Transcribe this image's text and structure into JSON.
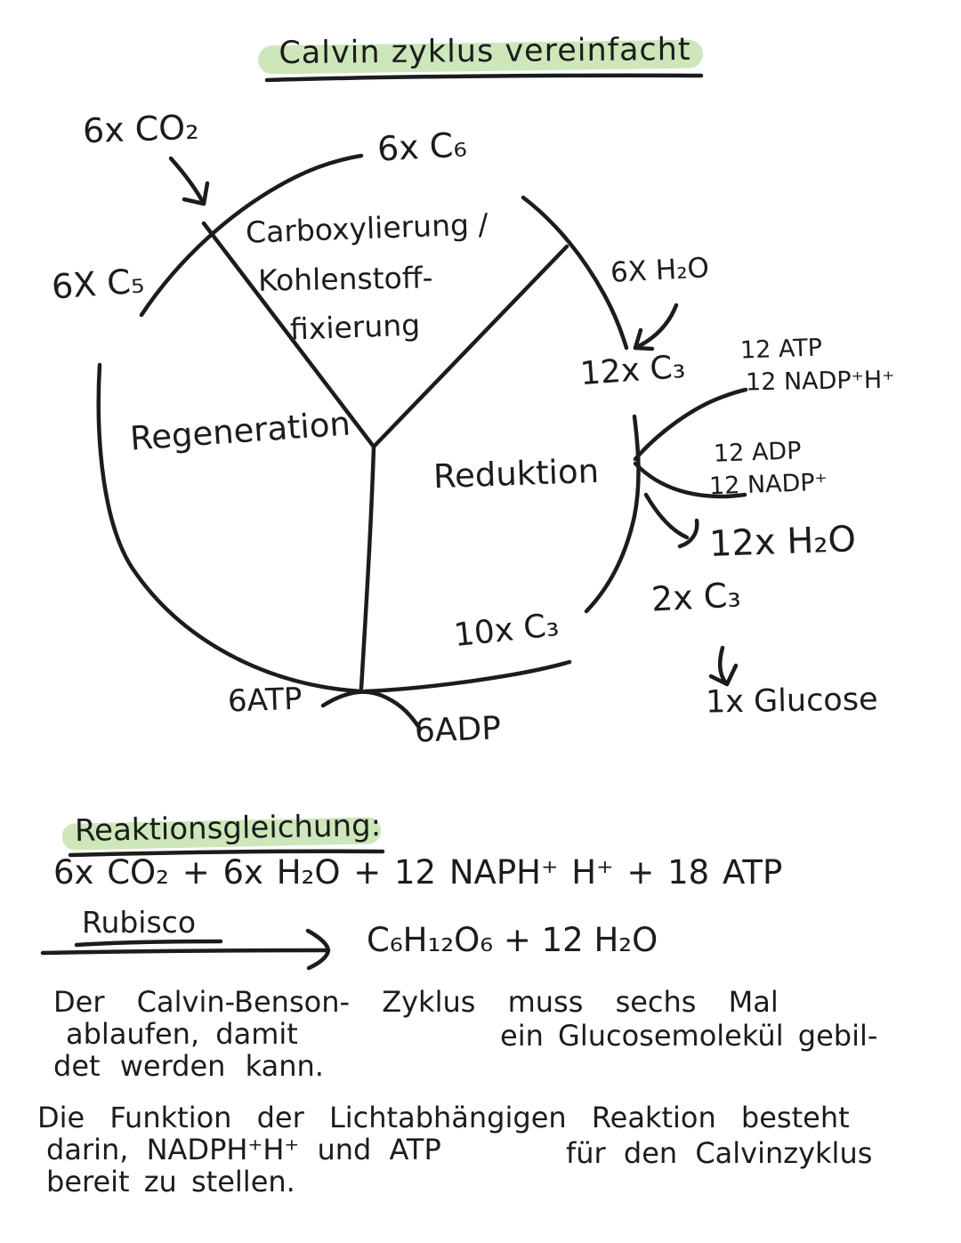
{
  "title": "Calvin zyklus vereinfacht",
  "diagram": {
    "inputs": {
      "co2": "6x CO₂",
      "c5": "6X C₅",
      "c6": "6x C₆",
      "h2o_in": "6X H₂O"
    },
    "phases": {
      "carboxylierung_1": "Carboxylierung /",
      "carboxylierung_2": "Kohlenstoff-",
      "carboxylierung_3": "fixierung",
      "regeneration": "Regeneration",
      "reduktion": "Reduktion"
    },
    "intermediates": {
      "c3_12": "12x C₃",
      "c3_10": "10x C₃",
      "c3_2": "2x C₃",
      "h2o_out": "12x H₂O",
      "glucose": "1x Glucose"
    },
    "cofactors": {
      "atp_12": "12 ATP",
      "nadph_12": "12 NADP⁺H⁺",
      "adp_12": "12 ADP",
      "nadp_12": "12 NADP⁺",
      "atp_6": "6ATP",
      "adp_6": "6ADP"
    }
  },
  "equation": {
    "heading": "Reaktionsgleichung:",
    "reactants": "6x CO₂ + 6x H₂O + 12 NAPH⁺ H⁺ + 18 ATP",
    "enzyme": "Rubisco",
    "products": "C₆H₁₂O₆   +  12 H₂O"
  },
  "notes": {
    "p1_line1": "Der Calvin-Benson- Zyklus muss sechs Mal",
    "p1_line2a": "ablaufen, damit",
    "p1_line2b": "ein Glucosemolekül gebil-",
    "p1_line3": "det werden kann.",
    "p2_line1": "Die Funktion der Lichtabhängigen Reaktion besteht",
    "p2_line2a": "darin, NADPH⁺H⁺ und ATP",
    "p2_line2b": "für den Calvinzyklus",
    "p2_line3": "bereit zu stellen."
  },
  "colors": {
    "ink": "#1c1c1c",
    "highlight_green": "#cde7ba",
    "paper": "#ffffff"
  }
}
